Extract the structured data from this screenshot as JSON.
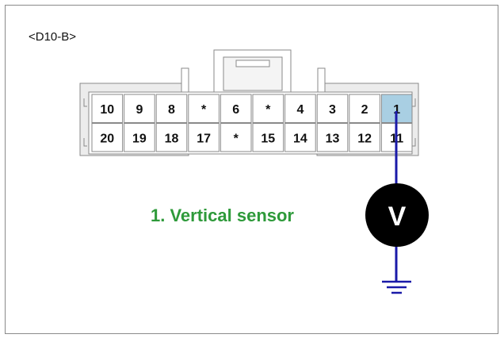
{
  "connector": {
    "label": "<D10-B>",
    "top_row": [
      "10",
      "9",
      "8",
      "*",
      "6",
      "*",
      "4",
      "3",
      "2",
      "1"
    ],
    "bottom_row": [
      "20",
      "19",
      "18",
      "17",
      "*",
      "15",
      "14",
      "13",
      "12",
      "11"
    ],
    "highlighted_pin": "1"
  },
  "measurement": {
    "label": "1. Vertical sensor",
    "meter_symbol": "V",
    "meter_icon": "voltmeter-icon",
    "ground_icon": "ground-icon"
  },
  "colors": {
    "wire": "#1a1aa8",
    "label_green": "#2e9a3a",
    "pin_highlight": "#a9cfe3",
    "meter_fill": "#000000"
  }
}
